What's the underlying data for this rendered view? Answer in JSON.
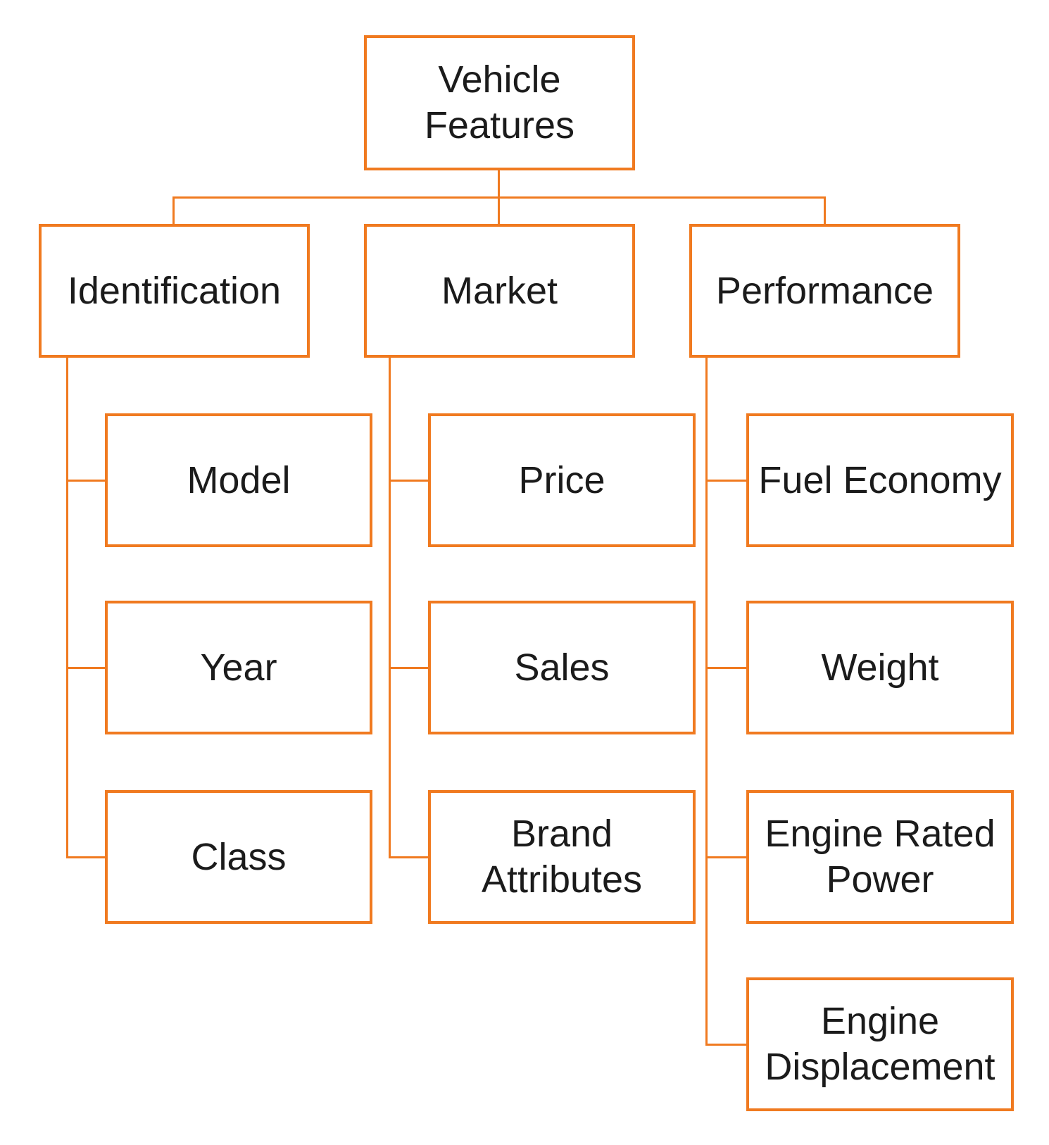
{
  "structure": {
    "root": "Vehicle Features",
    "branches": [
      {
        "parent": "Identification",
        "children": [
          "Model",
          "Year",
          "Class"
        ]
      },
      {
        "parent": "Market",
        "children": [
          "Price",
          "Sales",
          "Brand Attributes"
        ]
      },
      {
        "parent": "Performance",
        "children": [
          "Fuel Economy",
          "Weight",
          "Engine Rated Power",
          "Engine Displacement"
        ]
      }
    ]
  },
  "colors": {
    "accent": "#F07A20",
    "text": "#1B1B1B",
    "background": "#FFFFFF"
  }
}
